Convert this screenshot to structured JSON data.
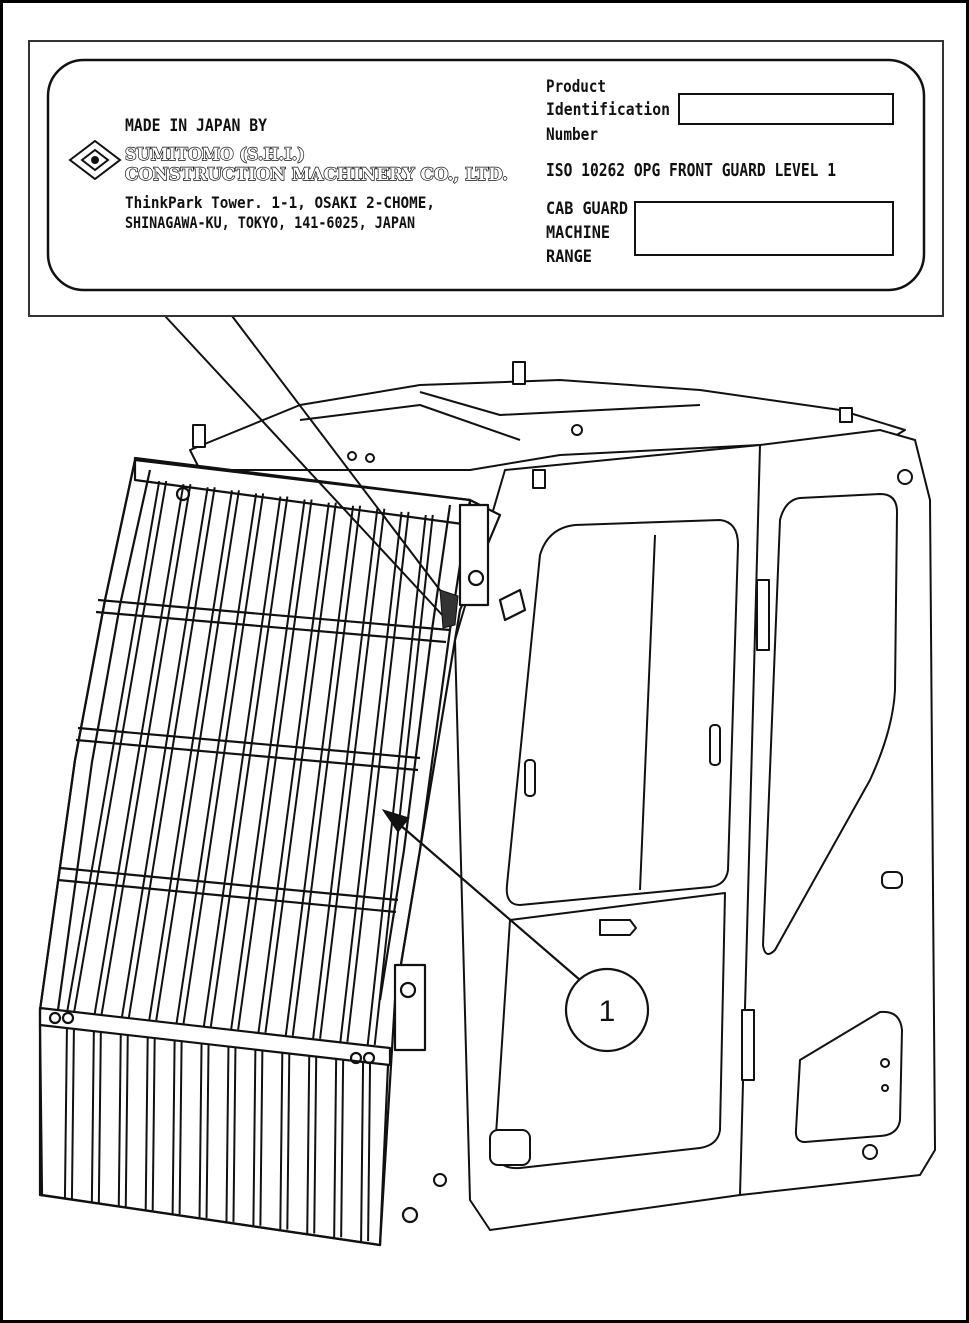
{
  "plate": {
    "made_in": "MADE IN JAPAN BY",
    "company_line1": "SUMITOMO (S.H.I.)",
    "company_line2": "CONSTRUCTION MACHINERY CO., LTD.",
    "address_line1": "ThinkPark Tower. 1-1, OSAKI 2-CHOME,",
    "address_line2": "SHINAGAWA-KU, TOKYO, 141-6025, JAPAN",
    "pin_label_1": "Product",
    "pin_label_2": "Identification",
    "pin_label_3": "Number",
    "pin_value": "",
    "iso_text": "ISO 10262 OPG FRONT GUARD LEVEL 1",
    "cab_label_1": "CAB GUARD",
    "cab_label_2": "MACHINE",
    "cab_label_3": "RANGE",
    "cab_value": ""
  },
  "callout": {
    "number": "1"
  },
  "icons": {
    "logo": "sumitomo-diamond-logo-icon"
  }
}
